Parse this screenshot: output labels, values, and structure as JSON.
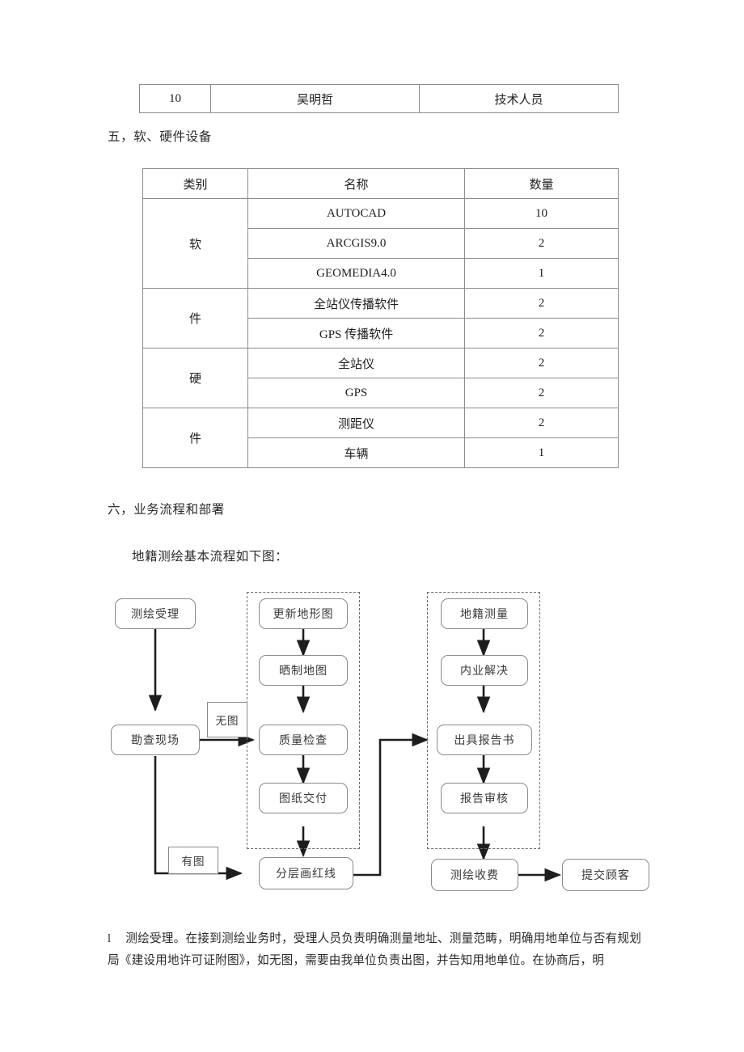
{
  "document": {
    "top_table": {
      "rows": [
        {
          "index": "10",
          "name": "吴明哲",
          "role": "技术人员"
        }
      ]
    },
    "section_five": {
      "heading": "五，软、硬件设备",
      "table": {
        "headers": [
          "类别",
          "名称",
          "数量"
        ],
        "groups": [
          {
            "category_chars": [
              "软",
              "件"
            ],
            "rows": [
              {
                "name": "AUTOCAD",
                "qty": "10"
              },
              {
                "name": "ARCGIS9.0",
                "qty": "2"
              },
              {
                "name": "GEOMEDIA4.0",
                "qty": "1"
              },
              {
                "name": "全站仪传播软件",
                "qty": "2"
              },
              {
                "name": "GPS 传播软件",
                "qty": "2"
              }
            ]
          },
          {
            "category_chars": [
              "硬",
              "件"
            ],
            "rows": [
              {
                "name": "全站仪",
                "qty": "2"
              },
              {
                "name": "GPS",
                "qty": "2"
              },
              {
                "name": "测距仪",
                "qty": "2"
              },
              {
                "name": "车辆",
                "qty": "1"
              }
            ]
          }
        ]
      }
    },
    "section_six": {
      "heading": "六，业务流程和部署",
      "caption": "地籍测绘基本流程如下图：",
      "flowchart": {
        "nodes": {
          "intake": "测绘受理",
          "site_survey": "勘查现场",
          "no_map_tag": "无图",
          "has_map_tag": "有图",
          "update_topo": "更新地形图",
          "print_map": "晒制地图",
          "quality_check": "质量检查",
          "deliver_drawing": "图纸交付",
          "red_line": "分层画红线",
          "cadastral_survey": "地籍测量",
          "office_processing": "内业解决",
          "issue_report": "出具报告书",
          "report_review": "报告审核",
          "survey_fee": "测绘收费",
          "submit_customer": "提交顾客"
        }
      }
    },
    "paragraph": {
      "number": "l",
      "text": "测绘受理。在接到测绘业务时，受理人员负责明确测量地址、测量范畴，明确用地单位与否有规划局《建设用地许可证附图》，如无图，需要由我单位负责出图，并告知用地单位。在协商后，明"
    }
  }
}
